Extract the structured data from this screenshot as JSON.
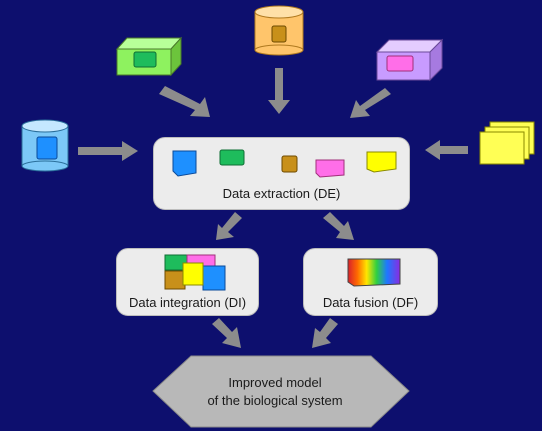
{
  "nodes": {
    "extraction": {
      "label": "Data extraction (DE)"
    },
    "integration": {
      "label": "Data integration (DI)"
    },
    "fusion": {
      "label": "Data fusion (DF)"
    },
    "output": {
      "line1": "Improved model",
      "line2": "of the biological system"
    }
  },
  "colors": {
    "background": "#0d0f6e",
    "box": "#ececec",
    "arrow": "#8c8c8c",
    "source_green": "#8ef25f",
    "source_orange": "#ffc56b",
    "source_purple": "#c89bff",
    "source_blue": "#7cc8f7",
    "source_yellow": "#ffff55",
    "chip_blue": "#1e90ff",
    "chip_green": "#1ebc5c",
    "chip_brown": "#c8901a",
    "chip_pink": "#ff6ee8",
    "chip_yellow": "#ffff00"
  },
  "icons": {
    "sources": [
      "green-box-source-icon",
      "orange-cylinder-source-icon",
      "purple-box-source-icon",
      "blue-cylinder-source-icon",
      "yellow-documents-source-icon"
    ],
    "integration": "overlapping-chips-icon",
    "fusion": "spectrum-gradient-icon"
  }
}
